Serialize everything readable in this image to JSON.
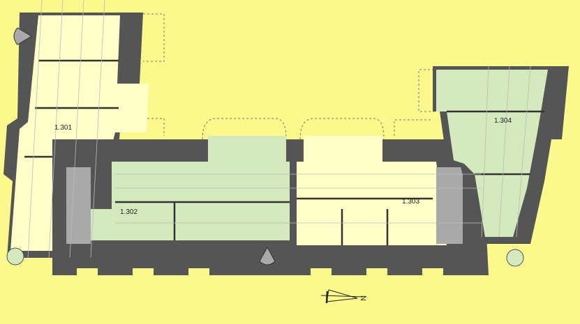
{
  "title": "Floor plan - third floor apartments",
  "units": [
    {
      "id": "1.301",
      "color": "#ffffc8"
    },
    {
      "id": "1.302",
      "color": "#d4e9bd"
    },
    {
      "id": "1.303",
      "color": "#ffffc8"
    },
    {
      "id": "1.304",
      "color": "#d4e9bd"
    }
  ],
  "north_arrow": {
    "label": "N"
  },
  "colors": {
    "background": "#fbf98c",
    "walls": "#555555",
    "yellow_unit": "#ffffc8",
    "green_unit": "#d4e9bd",
    "stairs": "#a9a9a9"
  }
}
